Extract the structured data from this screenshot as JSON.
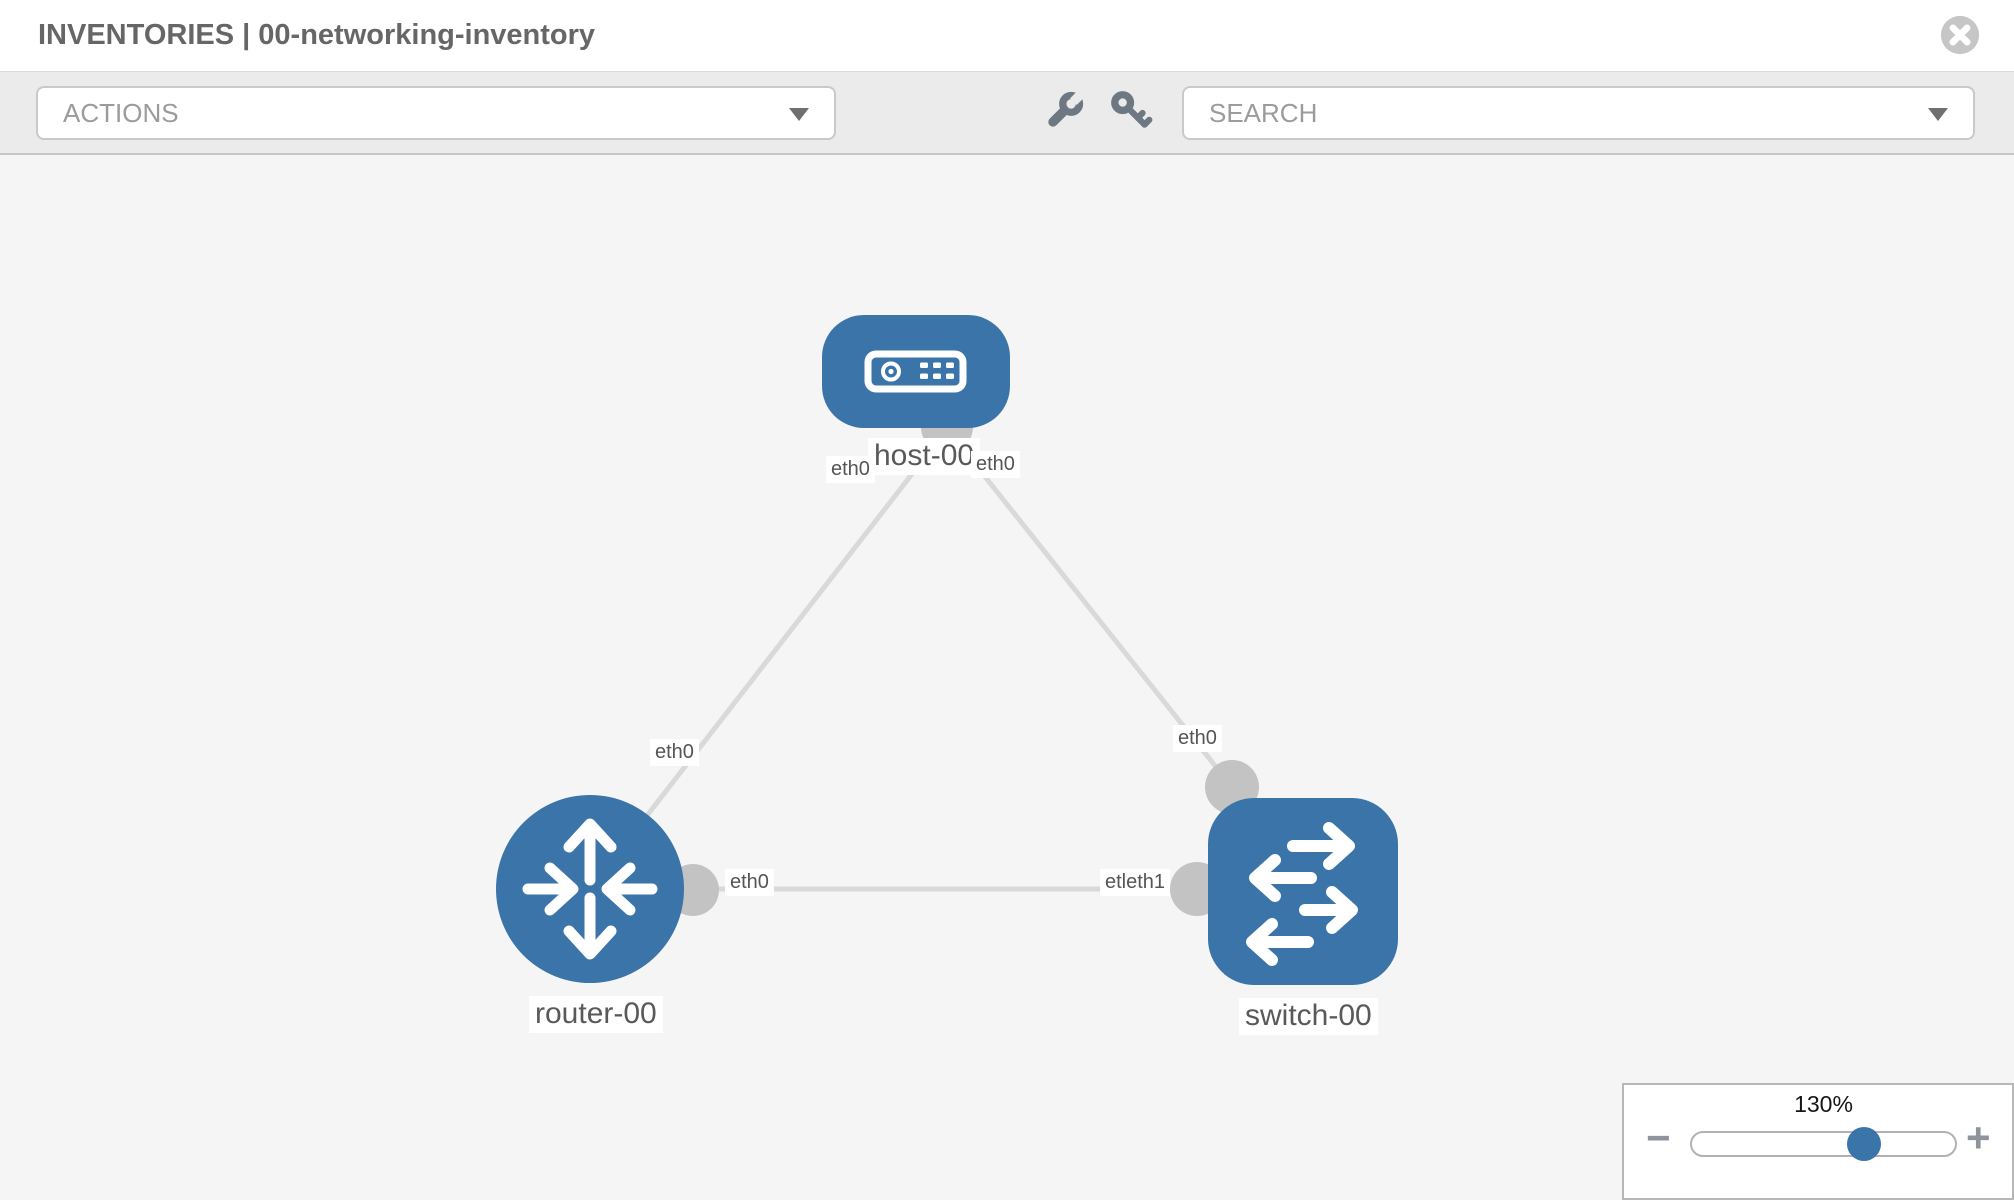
{
  "window": {
    "title": "INVENTORIES | 00-networking-inventory",
    "close_icon": "close-circle-icon"
  },
  "toolbar": {
    "actions_dropdown": {
      "label": "ACTIONS",
      "icon": "chevron-down-icon"
    },
    "search_dropdown": {
      "label": "SEARCH",
      "icon": "chevron-down-icon"
    },
    "icon_buttons": [
      "wrench-icon",
      "key-icon"
    ]
  },
  "topology": {
    "nodes": [
      {
        "id": "host-00",
        "type": "host",
        "label": "host-00"
      },
      {
        "id": "router-00",
        "type": "router",
        "label": "router-00"
      },
      {
        "id": "switch-00",
        "type": "switch",
        "label": "switch-00"
      }
    ],
    "links": [
      {
        "source": "host-00",
        "target": "router-00",
        "source_label": "eth0",
        "target_label": "eth0"
      },
      {
        "source": "host-00",
        "target": "switch-00",
        "source_label": "eth0",
        "target_label": "eth0"
      },
      {
        "source": "router-00",
        "target": "switch-00",
        "source_label": "eth0",
        "target_label": "etleth1"
      }
    ],
    "interface_labels": {
      "host_left": "eth0",
      "host_right": "eth0",
      "router_link_mid": "eth0",
      "switch_link_mid": "eth0",
      "router_switch_left": "eth0",
      "router_switch_right": "etleth1"
    }
  },
  "zoom_control": {
    "level_label": "130%",
    "slider_percent": 65,
    "minus_label": "−",
    "plus_label": "+"
  },
  "colors": {
    "node_blue": "#3b74a8",
    "link_gray": "#d9d9d9",
    "connector_gray": "#c3c3c3",
    "canvas_bg": "#f5f5f5",
    "toolbar_bg": "#ebebeb"
  }
}
